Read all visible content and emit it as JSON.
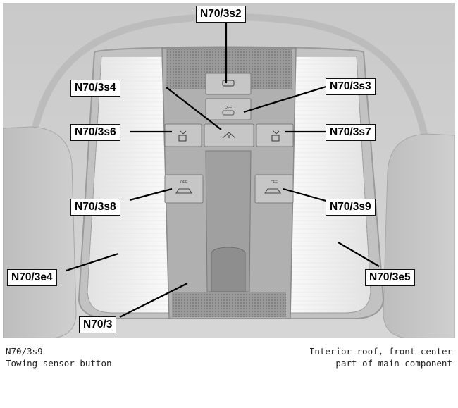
{
  "labels": {
    "s2": "N70/3s2",
    "s4": "N70/3s4",
    "s3": "N70/3s3",
    "s6": "N70/3s6",
    "s7": "N70/3s7",
    "s8": "N70/3s8",
    "s9": "N70/3s9",
    "e4": "N70/3e4",
    "e5": "N70/3e5",
    "main": "N70/3"
  },
  "button_text": {
    "off": "OFF"
  },
  "caption_left": {
    "line1": "N70/3s9",
    "line2": "Towing sensor button"
  },
  "caption_right": {
    "line1": "Interior roof, front center",
    "line2": "part of main component"
  },
  "colors": {
    "headliner": "#d0d0d0",
    "lamp_lens": "#f2f2f2",
    "console": "#b4b4b4",
    "button": "#c4c4c4"
  }
}
